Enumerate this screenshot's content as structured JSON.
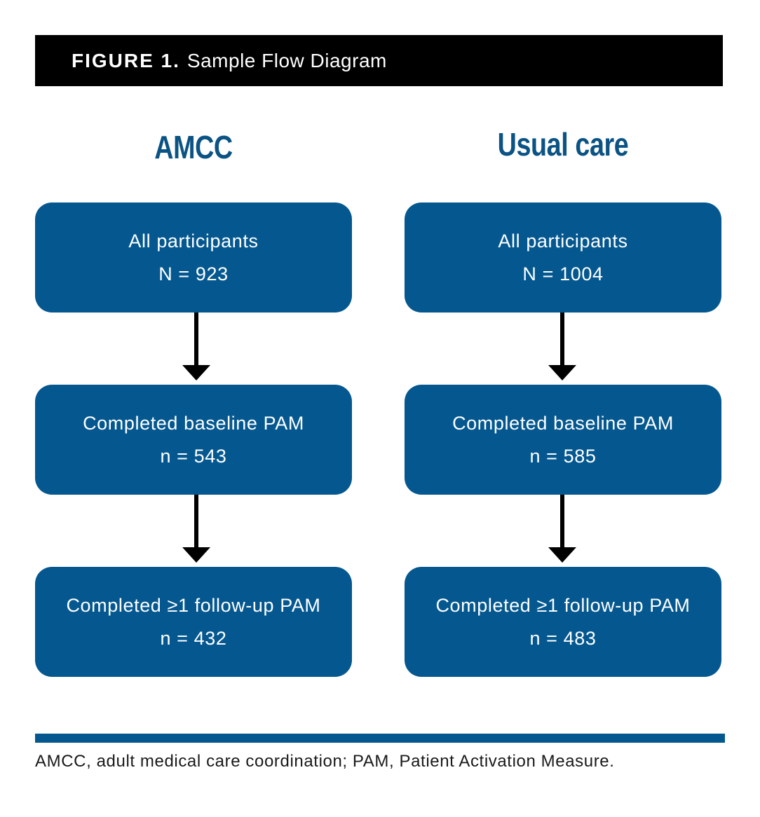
{
  "colors": {
    "box_fill": "#05588F",
    "heading_text": "#0B5384",
    "header_bg": "#000000",
    "arrow": "#000000",
    "divider": "#05588F"
  },
  "header": {
    "figure_label": "FIGURE 1.",
    "title": "Sample Flow Diagram"
  },
  "columns": [
    {
      "heading": "AMCC",
      "boxes": [
        {
          "label": "All participants",
          "count": "N = 923"
        },
        {
          "label": "Completed baseline PAM",
          "count": "n = 543"
        },
        {
          "label": "Completed ≥1 follow-up PAM",
          "count": "n = 432"
        }
      ]
    },
    {
      "heading": "Usual care",
      "boxes": [
        {
          "label": "All participants",
          "count": "N = 1004"
        },
        {
          "label": "Completed baseline PAM",
          "count": "n = 585"
        },
        {
          "label": "Completed ≥1 follow-up PAM",
          "count": "n = 483"
        }
      ]
    }
  ],
  "footnote": "AMCC, adult medical care coordination; PAM, Patient Activation Measure."
}
